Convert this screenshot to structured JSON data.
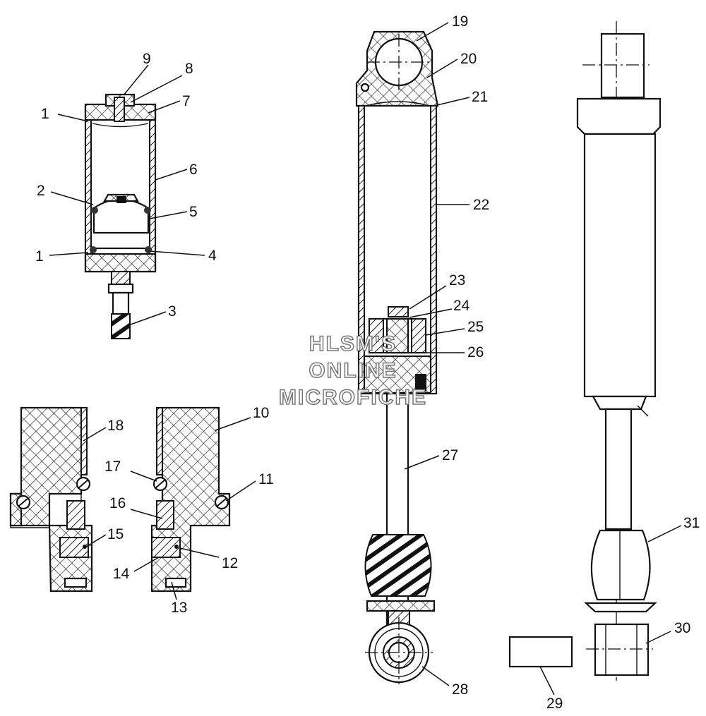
{
  "watermark": {
    "line1": "HLSM'S",
    "line2": "ONLINE",
    "line3": "MICROFICHE"
  },
  "callouts": [
    {
      "id": "c1a",
      "label": "1"
    },
    {
      "id": "c1b",
      "label": "1"
    },
    {
      "id": "c2",
      "label": "2"
    },
    {
      "id": "c3",
      "label": "3"
    },
    {
      "id": "c4",
      "label": "4"
    },
    {
      "id": "c5",
      "label": "5"
    },
    {
      "id": "c6",
      "label": "6"
    },
    {
      "id": "c7",
      "label": "7"
    },
    {
      "id": "c8",
      "label": "8"
    },
    {
      "id": "c9",
      "label": "9"
    },
    {
      "id": "c10",
      "label": "10"
    },
    {
      "id": "c11",
      "label": "11"
    },
    {
      "id": "c12",
      "label": "12"
    },
    {
      "id": "c13",
      "label": "13"
    },
    {
      "id": "c14",
      "label": "14"
    },
    {
      "id": "c15",
      "label": "15"
    },
    {
      "id": "c16",
      "label": "16"
    },
    {
      "id": "c17",
      "label": "17"
    },
    {
      "id": "c18",
      "label": "18"
    },
    {
      "id": "c19",
      "label": "19"
    },
    {
      "id": "c20",
      "label": "20"
    },
    {
      "id": "c21",
      "label": "21"
    },
    {
      "id": "c22",
      "label": "22"
    },
    {
      "id": "c23",
      "label": "23"
    },
    {
      "id": "c24",
      "label": "24"
    },
    {
      "id": "c25",
      "label": "25"
    },
    {
      "id": "c26",
      "label": "26"
    },
    {
      "id": "c27",
      "label": "27"
    },
    {
      "id": "c28",
      "label": "28"
    },
    {
      "id": "c29",
      "label": "29"
    },
    {
      "id": "c30",
      "label": "30"
    },
    {
      "id": "c31",
      "label": "31"
    }
  ]
}
